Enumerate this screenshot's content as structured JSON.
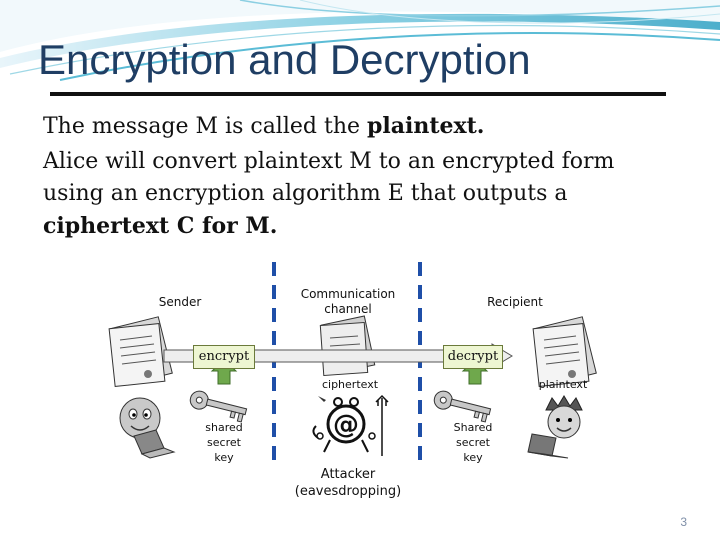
{
  "slide": {
    "title": "Encryption and Decryption",
    "body_line1_a": "The message M is called the ",
    "body_line1_b": "plaintext.",
    "body_line2": "Alice will convert plaintext M to an encrypted form",
    "body_line3": "using an encryption algorithm E that outputs a",
    "body_line4": "ciphertext C for M.",
    "page_number": "3"
  },
  "diagram": {
    "sender": "Sender",
    "channel_line1": "Communication",
    "channel_line2": "channel",
    "recipient": "Recipient",
    "encrypt": "encrypt",
    "decrypt": "decrypt",
    "ciphertext": "ciphertext",
    "plaintext": "plaintext",
    "key_left": [
      "shared",
      "secret",
      "key"
    ],
    "key_right": [
      "Shared",
      "secret",
      "key"
    ],
    "attacker_line1": "Attacker",
    "attacker_line2": "(eavesdropping)",
    "icons": [
      "document-icon",
      "arrow-icon",
      "key-icon",
      "person-icon",
      "laptop-icon",
      "devil-attacker-icon"
    ],
    "colors": {
      "dashed_line": "#1f4fa8",
      "box_fill": "#eef6d2",
      "arrow_up": "#6fa84c",
      "title": "#1f3e64",
      "header_swoosh": "#4ab3cf"
    }
  }
}
